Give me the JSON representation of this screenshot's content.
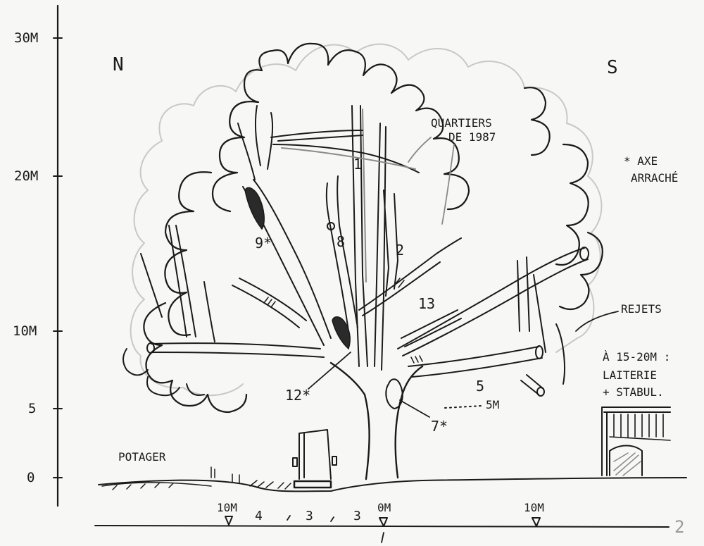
{
  "compass": {
    "north": "N",
    "south": "S"
  },
  "height_scale": [
    {
      "label": "30M",
      "value": 30
    },
    {
      "label": "20M",
      "value": 20
    },
    {
      "label": "10M",
      "value": 10
    },
    {
      "label": "5",
      "value": 5
    },
    {
      "label": "0",
      "value": 0
    }
  ],
  "annotations": {
    "quartiers": [
      "QUARTIERS",
      "DE 1987"
    ],
    "legend": [
      "* AXE",
      "ARRACHÉ"
    ],
    "rejets": "REJETS",
    "building_note": [
      "À 15-20M :",
      "LAITERIE",
      "+ STABUL."
    ],
    "potager": "POTAGER",
    "five_m": "5M"
  },
  "branch_numbers": [
    {
      "label": "1"
    },
    {
      "label": "2"
    },
    {
      "label": "5"
    },
    {
      "label": "7*"
    },
    {
      "label": "8"
    },
    {
      "label": "9*"
    },
    {
      "label": "12*"
    },
    {
      "label": "13"
    }
  ],
  "ground_scale": {
    "markers": [
      {
        "label": "10M"
      },
      {
        "label": "0M"
      },
      {
        "label": "10M"
      }
    ],
    "segments": [
      "4",
      "3",
      "3"
    ],
    "corner": "2"
  }
}
